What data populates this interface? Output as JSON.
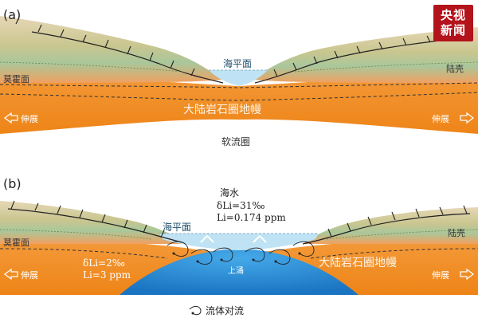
{
  "panels": [
    {
      "tag": "(a)",
      "sea_level": "海平面",
      "moho": "莫霍面",
      "crust": "陆壳",
      "lithosphere": "大陆岩石圈地幔",
      "extension_left": "伸展",
      "extension_right": "伸展",
      "asthenosphere": "软流圈"
    },
    {
      "tag": "(b)",
      "seawater": "海水",
      "seawater_d7li": "δLi=31‰",
      "seawater_li": "Li=0.174 ppm",
      "sea_level": "海平面",
      "moho": "莫霍面",
      "crust": "陆壳",
      "mantle_d7li": "δLi=2‰",
      "mantle_li": "Li=3 ppm",
      "lithosphere": "大陆岩石圈地幔",
      "extension_left": "伸展",
      "extension_right": "伸展",
      "upwelling": "上涌"
    }
  ],
  "legend": {
    "fluid_convection": "流体对流"
  },
  "logo": {
    "line1": "央视",
    "line2": "新闻"
  },
  "colors": {
    "mantle": "#f18a1c",
    "crust": "#d7c39d",
    "crust_green": "#b7c79a",
    "sea": "#bfe3f4",
    "asthenosphere": "#2a8fd6"
  }
}
